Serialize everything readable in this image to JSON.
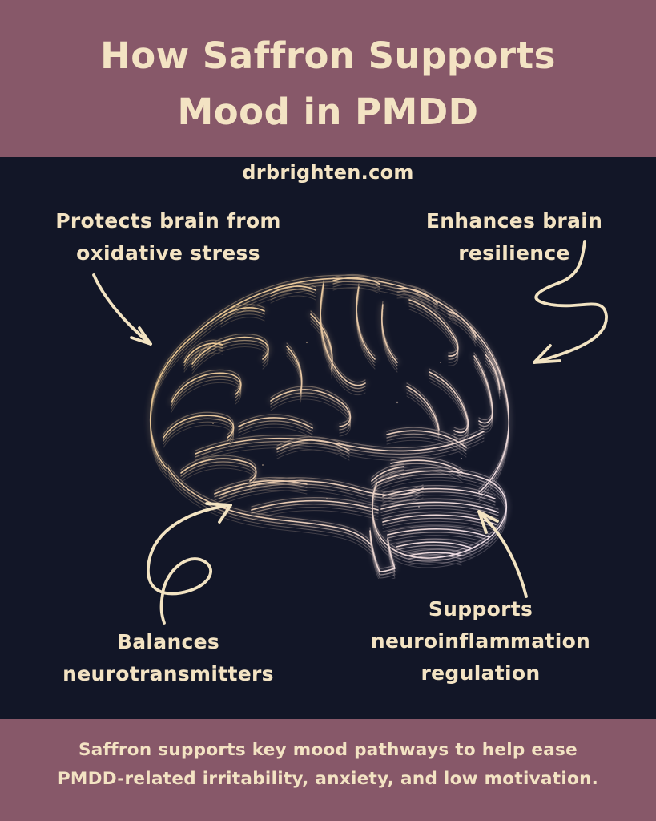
{
  "header": {
    "title_line1": "How Saffron Supports",
    "title_line2": "Mood in PMDD",
    "website": "drbrighten.com"
  },
  "labels": {
    "top_left": {
      "line1": "Protects brain from",
      "line2": "oxidative stress"
    },
    "top_right": {
      "line1": "Enhances brain",
      "line2": "resilience"
    },
    "bottom_left": {
      "line1": "Balances",
      "line2": "neurotransmitters"
    },
    "bottom_right": {
      "line1": "Supports",
      "line2": "neuroinflammation",
      "line3": "regulation"
    }
  },
  "footer": {
    "line1": "Saffron supports key mood pathways to help ease",
    "line2": "PMDD-related irritability, anxiety, and low motivation."
  },
  "colors": {
    "band_mauve": "#875869",
    "background_navy": "#121627",
    "text_cream": "#f3e3c3",
    "brain_gold": "#e9c68f",
    "brain_pale_pink": "#f0dfe7"
  },
  "icons": {
    "brain": "brain-line-art-illustration",
    "arrow_top_left": "hand-drawn-arrow-down-right",
    "arrow_top_right": "hand-drawn-loop-arrow-down-left",
    "arrow_bottom_left": "hand-drawn-loop-arrow-up-right",
    "arrow_bottom_right": "hand-drawn-arrow-up-left"
  }
}
